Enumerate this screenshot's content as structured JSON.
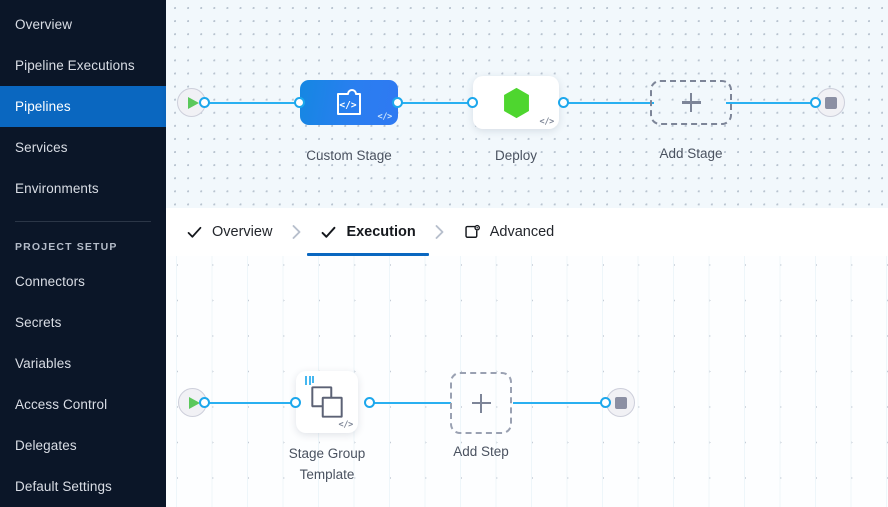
{
  "sidebar": {
    "items": [
      {
        "label": "Overview",
        "name": "sidebar-item-overview",
        "active": false
      },
      {
        "label": "Pipeline Executions",
        "name": "sidebar-item-pipeline-executions",
        "active": false
      },
      {
        "label": "Pipelines",
        "name": "sidebar-item-pipelines",
        "active": true
      },
      {
        "label": "Services",
        "name": "sidebar-item-services",
        "active": false
      },
      {
        "label": "Environments",
        "name": "sidebar-item-environments",
        "active": false
      }
    ],
    "section_title": "PROJECT SETUP",
    "setup_items": [
      {
        "label": "Connectors",
        "name": "sidebar-item-connectors"
      },
      {
        "label": "Secrets",
        "name": "sidebar-item-secrets"
      },
      {
        "label": "Variables",
        "name": "sidebar-item-variables"
      },
      {
        "label": "Access Control",
        "name": "sidebar-item-access-control"
      },
      {
        "label": "Delegates",
        "name": "sidebar-item-delegates"
      },
      {
        "label": "Default Settings",
        "name": "sidebar-item-default-settings"
      }
    ],
    "active_color": "#0a67c0",
    "background_color": "#0b1628"
  },
  "tabs": {
    "items": [
      {
        "label": "Overview",
        "icon": "check-icon",
        "active": false,
        "completed": true
      },
      {
        "label": "Execution",
        "icon": "check-icon",
        "active": true,
        "completed": true
      },
      {
        "label": "Advanced",
        "icon": "advanced-icon",
        "active": false,
        "completed": false
      }
    ],
    "separator_icon": "chevron-right-icon",
    "active_underline_color": "#0a67c0"
  },
  "stage_canvas": {
    "name": "pipeline-stages-canvas",
    "start_node": {
      "icon": "play-icon",
      "color": "#5bc85b"
    },
    "end_node": {
      "icon": "stop-icon",
      "color": "#8b8fa3"
    },
    "nodes": [
      {
        "label": "Custom Stage",
        "type": "custom-stage",
        "icon": "custom-stage-icon",
        "badge": "</>",
        "selected": true
      },
      {
        "label": "Deploy",
        "type": "deploy-stage",
        "icon": "harness-hexagon-icon",
        "badge": "</>",
        "selected": false
      },
      {
        "label": "Add Stage",
        "type": "add-stage",
        "icon": "plus-icon",
        "badge": "",
        "selected": false
      }
    ],
    "edge_color": "#29b0f1",
    "background_color": "#f2f8fc"
  },
  "step_canvas": {
    "name": "execution-steps-canvas",
    "start_node": {
      "icon": "play-icon",
      "color": "#5bc85b"
    },
    "end_node": {
      "icon": "stop-icon",
      "color": "#8b8fa3"
    },
    "nodes": [
      {
        "label": "Stage Group\nTemplate",
        "type": "step-group-template",
        "icon": "stacked-squares-icon",
        "badge": "</>",
        "template_marker": true
      },
      {
        "label": "Add Step",
        "type": "add-step",
        "icon": "plus-icon",
        "badge": "",
        "template_marker": false
      }
    ],
    "edge_color": "#29b0f1",
    "background_color": "#fdfeff"
  }
}
